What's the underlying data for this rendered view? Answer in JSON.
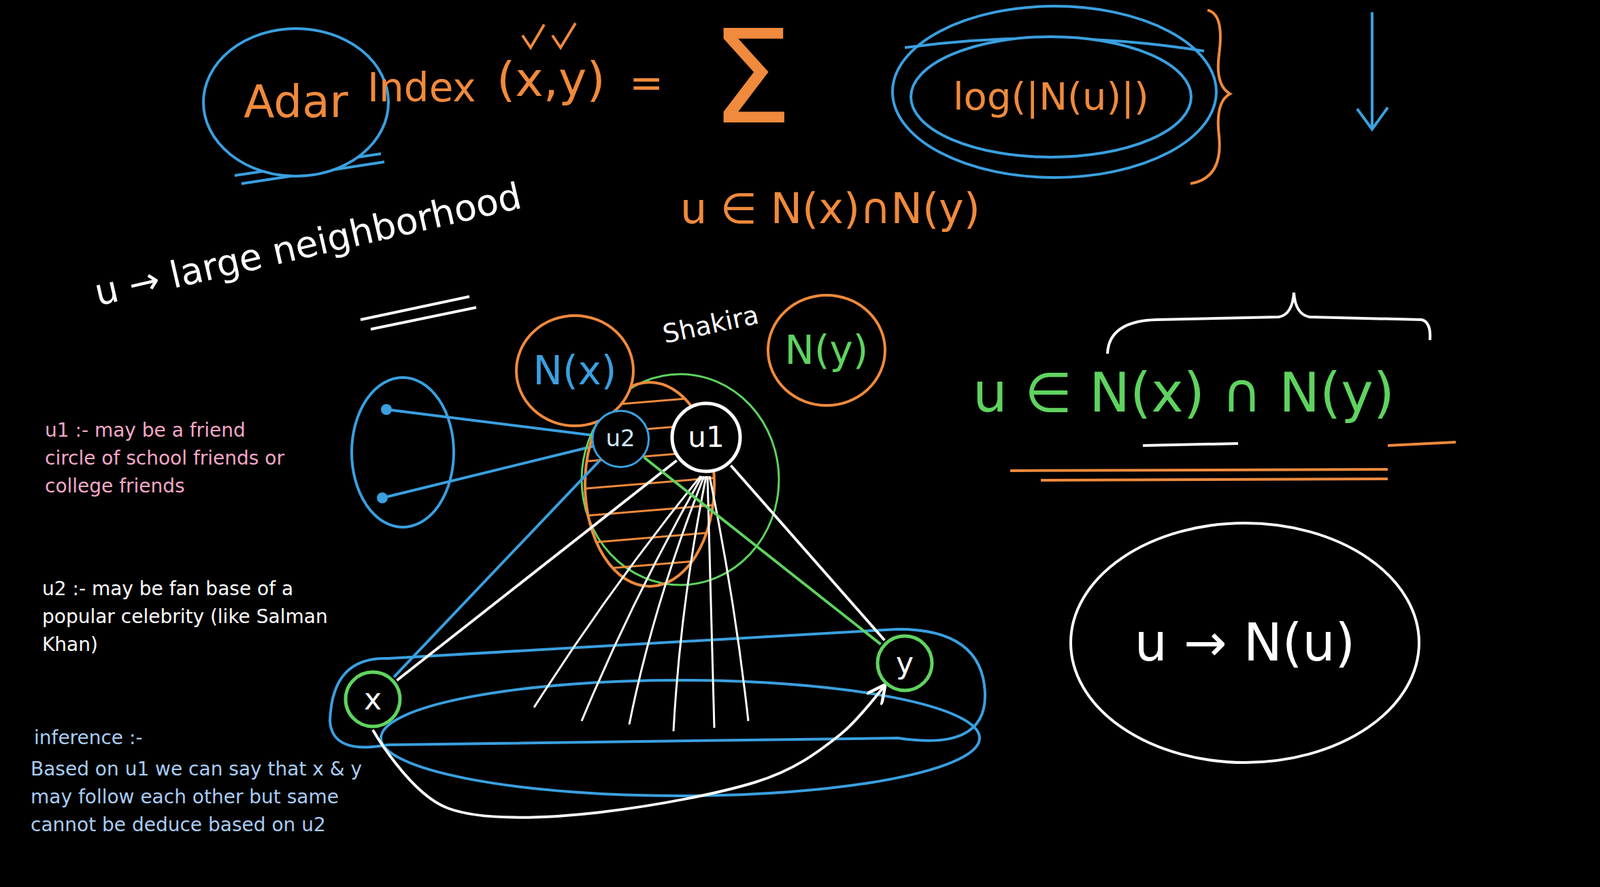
{
  "diagram": {
    "nodes": [
      {
        "text": [
          "Adar"
        ]
      },
      {
        "text": [
          "log(|N(u)|)"
        ]
      },
      {
        "text": [
          "N(x)"
        ]
      },
      {
        "text": [
          "N(y)"
        ]
      },
      {
        "text": [
          "u2"
        ]
      },
      {
        "text": [
          "u1"
        ]
      },
      {
        "text": [
          "x"
        ]
      },
      {
        "text": [
          "y"
        ]
      },
      {
        "text": [
          "u → N(u)"
        ]
      }
    ],
    "edges": [
      {
        "from": 5,
        "to": 6,
        "arrow": "none"
      },
      {
        "from": 5,
        "to": 7,
        "arrow": "none"
      },
      {
        "from": 4,
        "to": 6,
        "arrow": "none"
      },
      {
        "from": 4,
        "to": 7,
        "arrow": "none"
      },
      {
        "from": 6,
        "to": 7,
        "arrow": "to"
      }
    ],
    "labels": [
      "Index",
      "(x,y)",
      "=",
      "Σ",
      "u ∈ N(x)∩N(y)",
      "u → large neighborhood",
      "Shakira",
      "u ∈ N(x) ∩ N(y)",
      "u1 :- may be a friend circle of school friends or college friends",
      "u2 :- may be fan base of a popular celebrity (like Salman Khan)",
      "inference :-",
      "Based on u1 we can say that x & y may follow each other but same cannot be deduce based on u2"
    ]
  }
}
